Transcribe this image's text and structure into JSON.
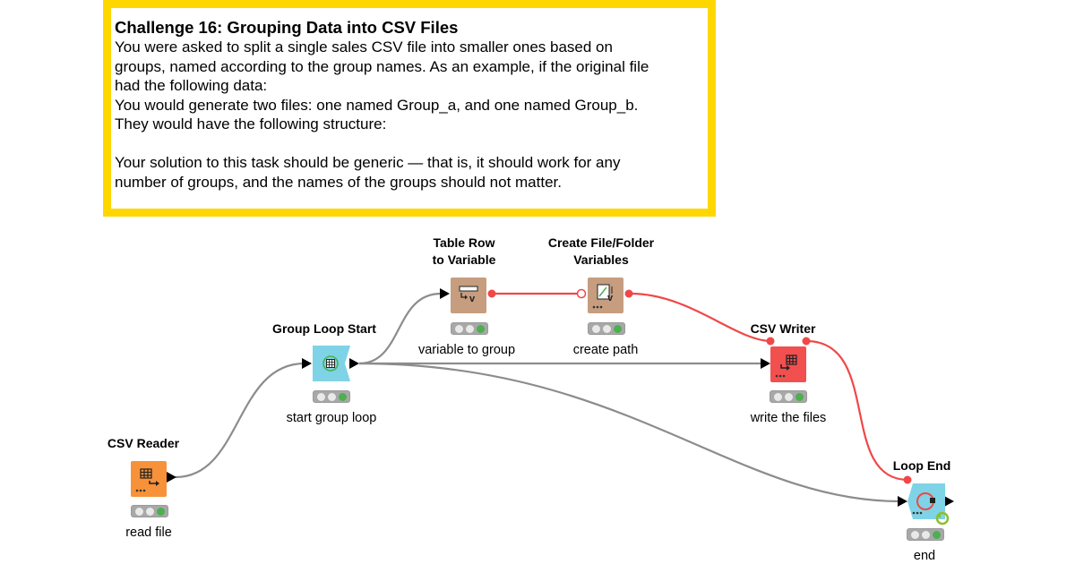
{
  "annotation": {
    "title": "Challenge 16: Grouping Data into CSV Files",
    "lines": [
      "You were asked to split a single sales CSV file into smaller ones based on",
      "groups, named according to the group names. As an example, if the original file",
      "had the following data:",
      "You would generate two files: one named Group_a, and one named Group_b.",
      "They would have the following structure:",
      "",
      "Your solution to this task should be generic — that is, it should work for any",
      "number of groups, and the names of the groups should not matter."
    ],
    "border_color": "#ffd700"
  },
  "nodes": [
    {
      "id": "csv_reader",
      "title": "CSV Reader",
      "label": "read file",
      "icon": "table-read-icon",
      "color": "#f7923a",
      "status": "executed"
    },
    {
      "id": "group_loop_start",
      "title": "Group Loop Start",
      "label": "start group loop",
      "icon": "loop-start-icon",
      "color": "#7fd3e6",
      "status": "executed"
    },
    {
      "id": "table_row_to_variable",
      "title": "Table Row\nto Variable",
      "label": "variable to group",
      "icon": "row-to-variable-icon",
      "color": "#c69d7f",
      "status": "executed"
    },
    {
      "id": "create_file_folder_variables",
      "title": "Create File/Folder\nVariables",
      "label": "create path",
      "icon": "file-variables-icon",
      "color": "#c69d7f",
      "status": "executed"
    },
    {
      "id": "csv_writer",
      "title": "CSV Writer",
      "label": "write the files",
      "icon": "table-write-icon",
      "color": "#f24f4f",
      "status": "executed"
    },
    {
      "id": "loop_end",
      "title": "Loop End",
      "label": "end",
      "icon": "loop-end-icon",
      "color": "#7fd3e6",
      "status": "executed"
    }
  ],
  "connections": [
    {
      "from": "csv_reader",
      "to": "group_loop_start",
      "type": "data",
      "color": "#8c8c8c"
    },
    {
      "from": "group_loop_start",
      "to": "table_row_to_variable",
      "type": "data",
      "color": "#8c8c8c"
    },
    {
      "from": "group_loop_start",
      "to": "csv_writer",
      "type": "data",
      "color": "#8c8c8c"
    },
    {
      "from": "group_loop_start",
      "to": "loop_end",
      "type": "data",
      "color": "#8c8c8c"
    },
    {
      "from": "table_row_to_variable",
      "to": "create_file_folder_variables",
      "type": "variable",
      "color": "#f04848"
    },
    {
      "from": "create_file_folder_variables",
      "to": "csv_writer",
      "type": "variable",
      "color": "#f04848"
    },
    {
      "from": "csv_writer",
      "to": "loop_end",
      "type": "variable",
      "color": "#f04848"
    }
  ]
}
